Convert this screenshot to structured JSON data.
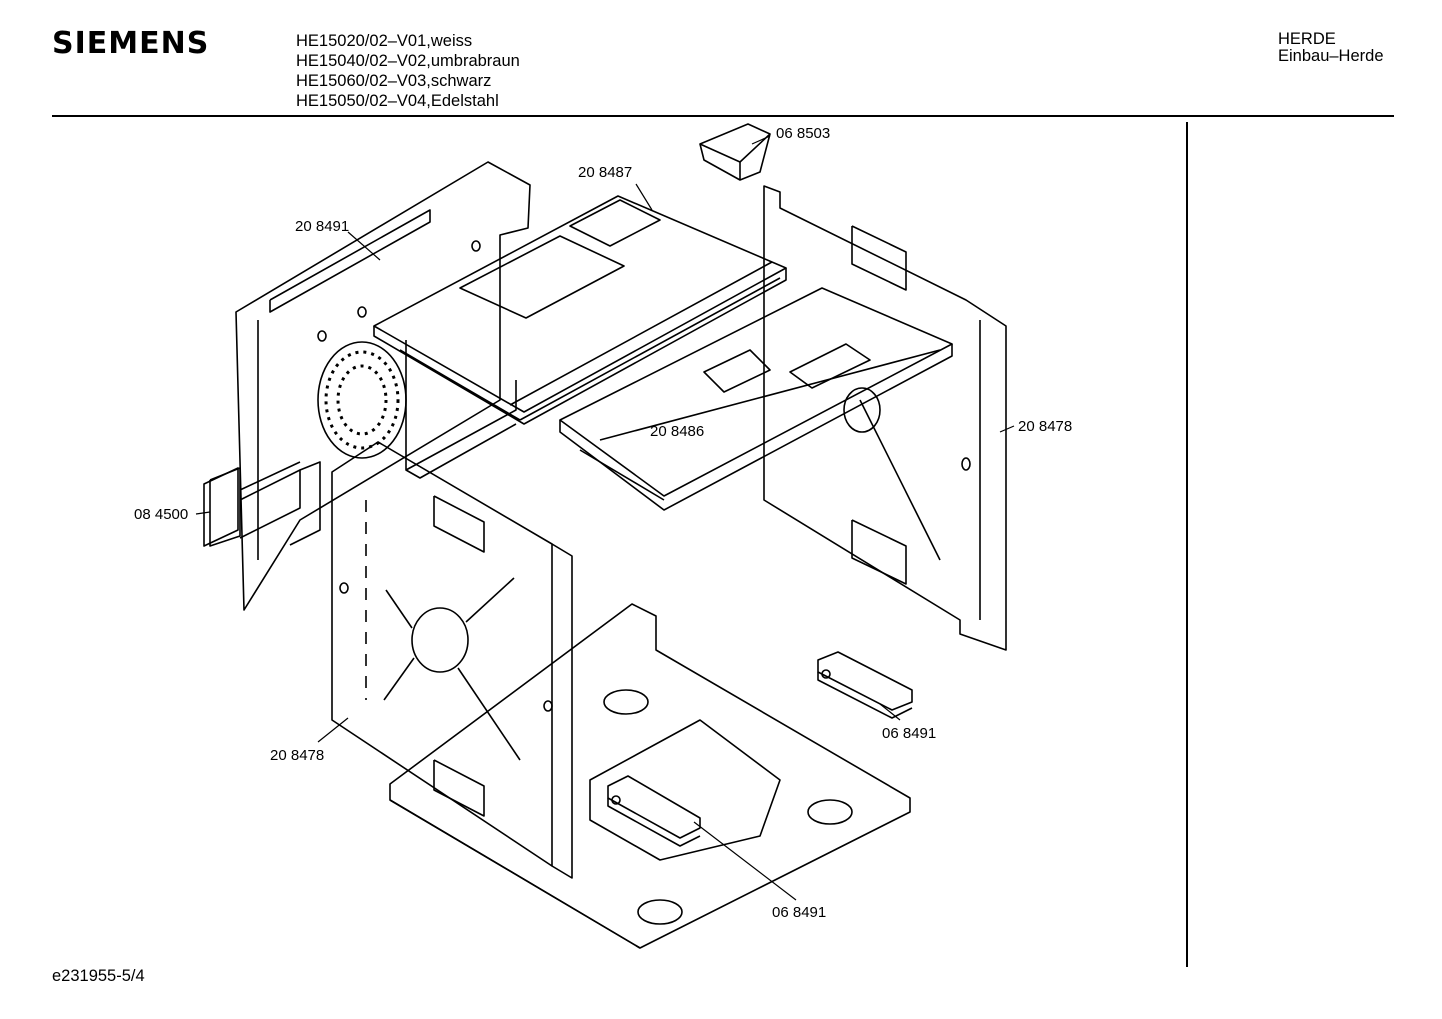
{
  "header": {
    "brand": "SIEMENS",
    "models": [
      "HE15020/02–V01,weiss",
      "HE15040/02–V02,umbrabraun",
      "HE15060/02–V03,schwarz",
      "HE15050/02–V04,Edelstahl"
    ],
    "category": "HERDE",
    "subcategory": "Einbau–Herde"
  },
  "parts": {
    "p068503": "06 8503",
    "p208487": "20 8487",
    "p208491": "20 8491",
    "p208478_right": "20 8478",
    "p208486": "20 8486",
    "p084500": "08 4500",
    "p208478_left": "20 8478",
    "p068491_right": "06 8491",
    "p068491_bottom": "06 8491"
  },
  "footer": {
    "doc_number": "e231955-5/4"
  }
}
